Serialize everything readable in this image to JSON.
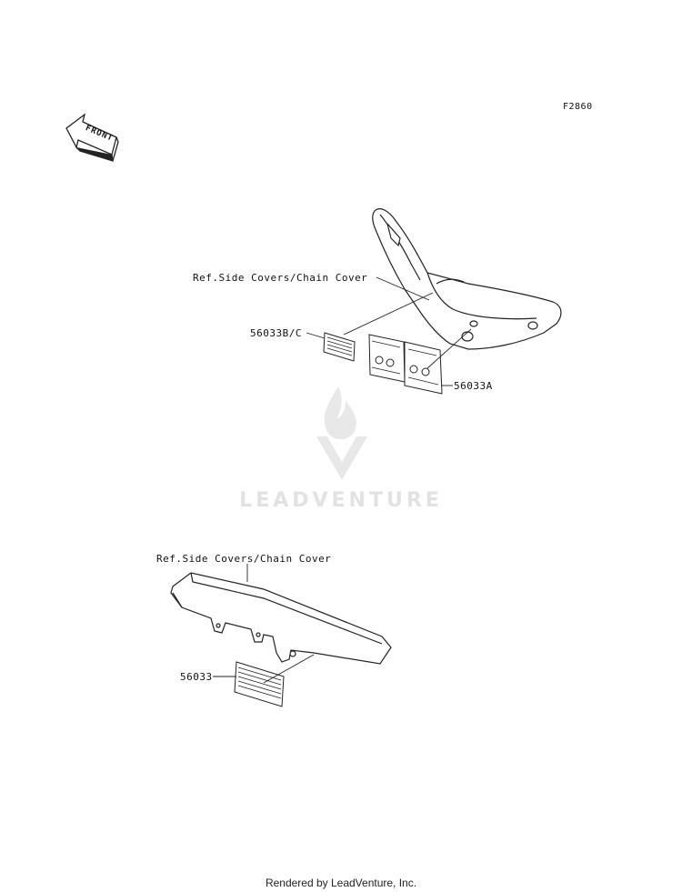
{
  "figure_id": "F2860",
  "front_label": "FRONT",
  "watermark_text": "LEADVENTURE",
  "footer": "Rendered by LeadVenture, Inc.",
  "labels": {
    "ref_top": "Ref.Side Covers/Chain Cover",
    "part_56033bc": "56033B/C",
    "part_56033a": "56033A",
    "ref_bottom": "Ref.Side Covers/Chain Cover",
    "part_56033": "56033"
  },
  "colors": {
    "line": "#222222",
    "watermark": "#e6e6e6"
  }
}
